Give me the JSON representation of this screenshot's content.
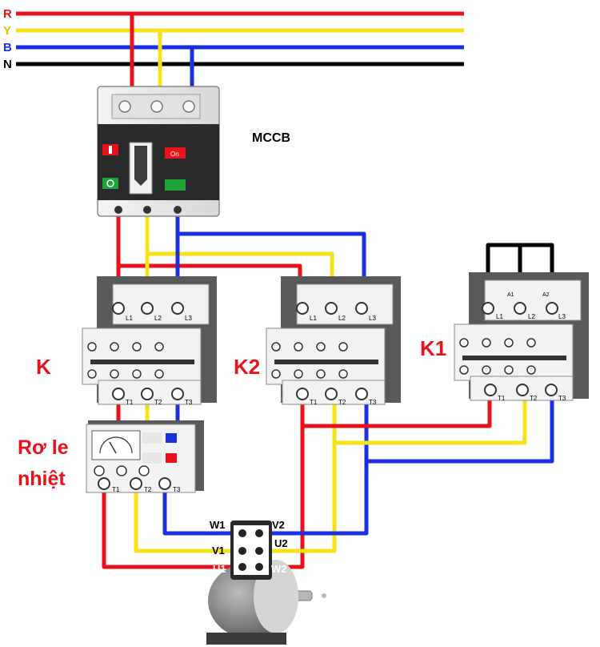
{
  "buses": [
    {
      "label": "R",
      "color": "#e8121c"
    },
    {
      "label": "Y",
      "color": "#f7e21a"
    },
    {
      "label": "B",
      "color": "#1a30e0"
    },
    {
      "label": "N",
      "color": "#000000"
    }
  ],
  "mccb": {
    "label": "MCCB",
    "on_label": "On"
  },
  "contactors": {
    "k": "K",
    "k2": "K2",
    "k1": "K1"
  },
  "terminal_labels": {
    "l1": "L1",
    "l2": "L2",
    "l3": "L3",
    "t1": "T1",
    "t2": "T2",
    "t3": "T3",
    "a1": "A1",
    "a2": "A2"
  },
  "relay": {
    "label_line1": "Rơ le",
    "label_line2": "nhiệt"
  },
  "motor": {
    "terminals": {
      "w1": "W1",
      "v2": "V2",
      "v1": "V1",
      "u2": "U2",
      "u1": "U1",
      "w2": "W2"
    }
  },
  "colors": {
    "red": "#e8121c",
    "yellow": "#f7e21a",
    "blue": "#1a30e0",
    "black": "#000000",
    "label_red": "#e8121c"
  }
}
